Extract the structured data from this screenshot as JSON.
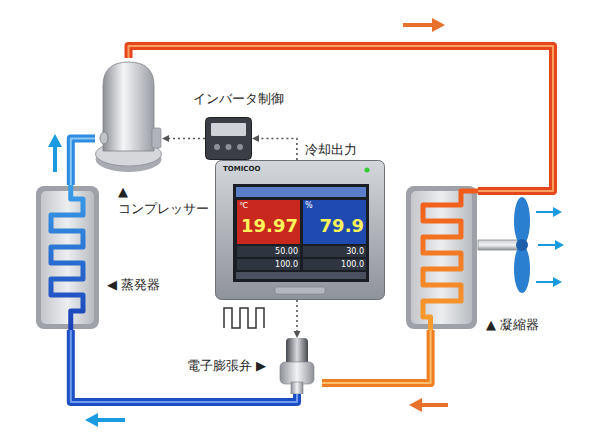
{
  "diagram": {
    "nodes": [
      {
        "text": [
          "▲ コンプレッサー"
        ]
      },
      {
        "text": [
          "インバータ制御"
        ]
      },
      {
        "text": [
          "TOMICOO",
          "℃",
          "19.97",
          "50.00",
          "100.0",
          "%",
          "79.9",
          "30.0",
          "100.0"
        ]
      },
      {
        "text": [
          "◀ 蒸発器"
        ]
      },
      {
        "text": [
          "▲ 凝縮器"
        ]
      },
      {
        "text": [
          "電子膨張弁 ▶"
        ]
      }
    ],
    "edges": [
      {
        "from": 1,
        "to": 0,
        "arrow": "to"
      },
      {
        "from": 2,
        "to": 1,
        "label": "冷却出力",
        "arrow": "to"
      },
      {
        "from": 2,
        "to": 5,
        "arrow": "to"
      },
      {
        "from": 0,
        "to": 4,
        "arrow": "none"
      },
      {
        "from": 4,
        "to": 5,
        "arrow": "none"
      },
      {
        "from": 5,
        "to": 3,
        "arrow": "none"
      },
      {
        "from": 3,
        "to": 0,
        "arrow": "none"
      }
    ]
  }
}
